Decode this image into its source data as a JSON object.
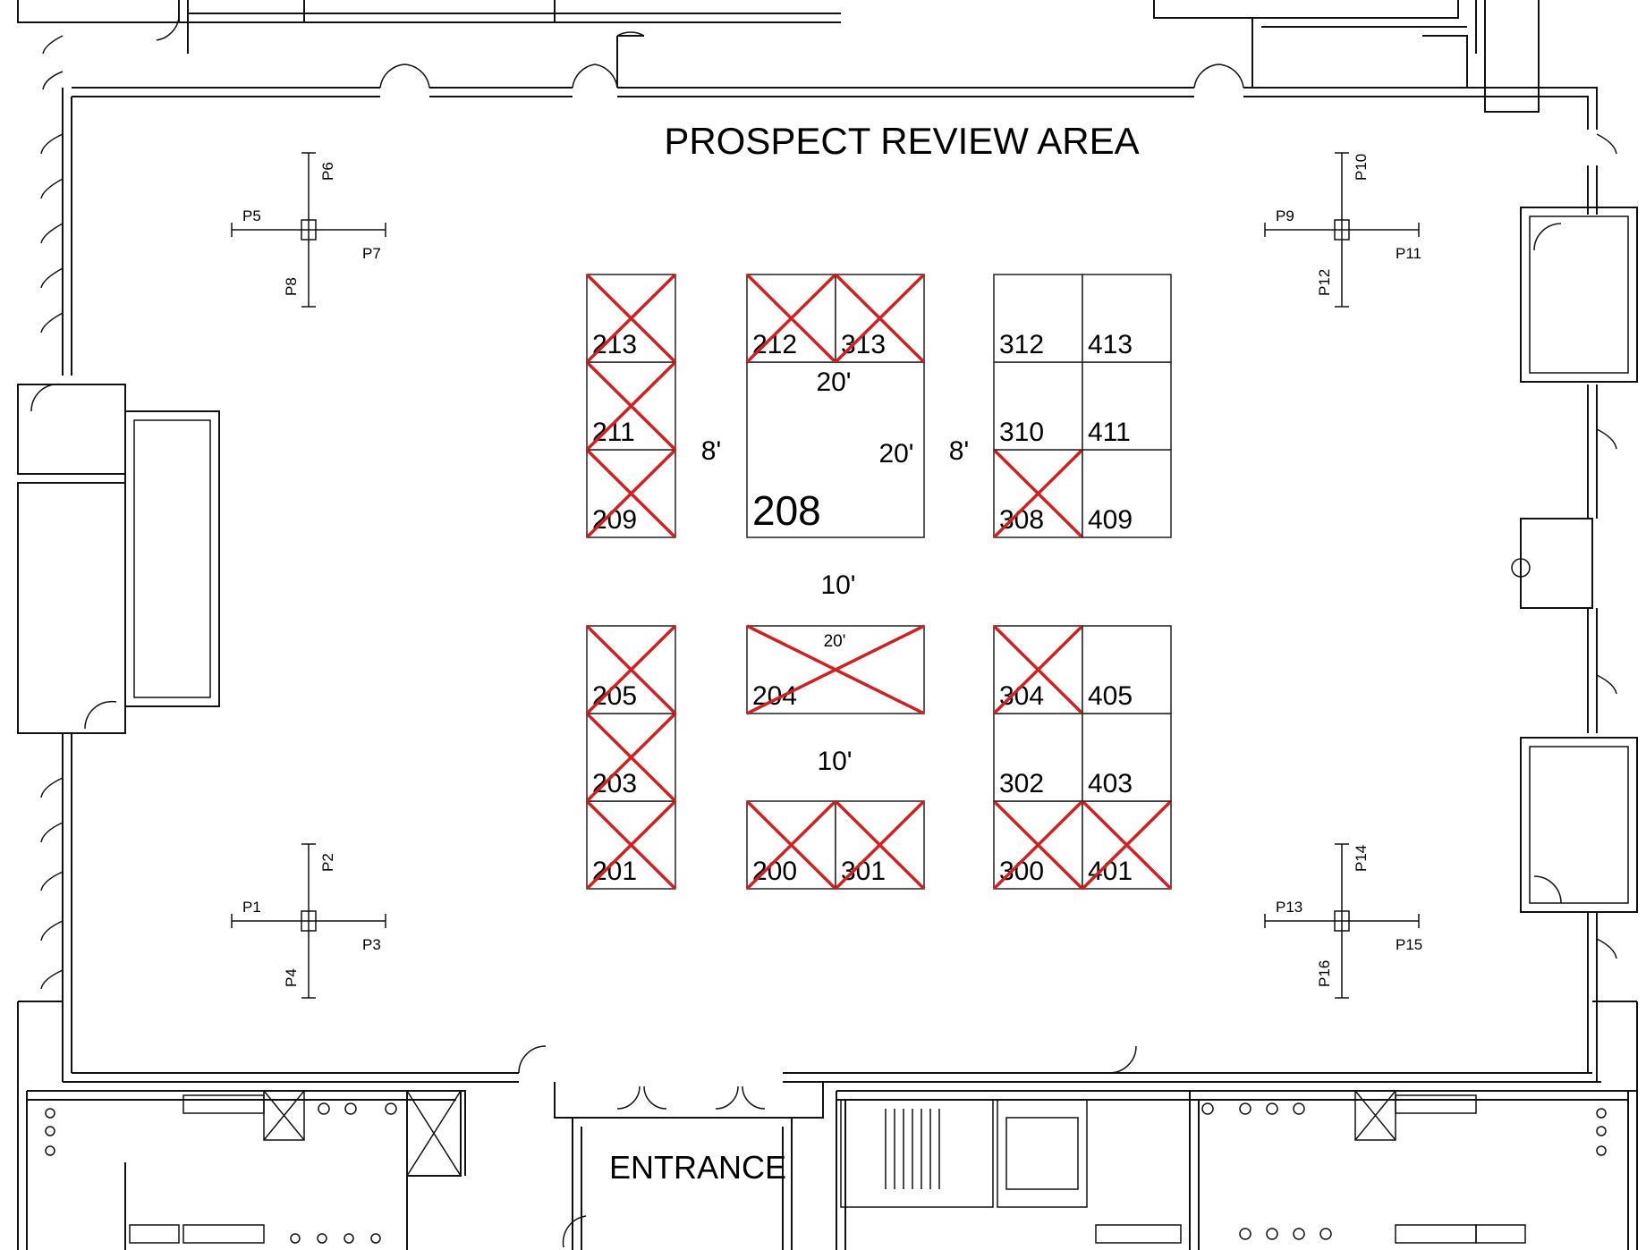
{
  "title": "PROSPECT REVIEW AREA",
  "entrance_label": "ENTRANCE",
  "colors": {
    "cross": "#d21f1f",
    "wall": "#111111"
  },
  "booths": [
    {
      "id": "213",
      "crossed": true
    },
    {
      "id": "211",
      "crossed": true
    },
    {
      "id": "209",
      "crossed": true
    },
    {
      "id": "212",
      "crossed": true
    },
    {
      "id": "313",
      "crossed": true
    },
    {
      "id": "208",
      "crossed": false
    },
    {
      "id": "312",
      "crossed": false
    },
    {
      "id": "413",
      "crossed": false
    },
    {
      "id": "310",
      "crossed": false
    },
    {
      "id": "411",
      "crossed": false
    },
    {
      "id": "308",
      "crossed": true
    },
    {
      "id": "409",
      "crossed": false
    },
    {
      "id": "205",
      "crossed": true
    },
    {
      "id": "203",
      "crossed": true
    },
    {
      "id": "201",
      "crossed": true
    },
    {
      "id": "204",
      "crossed": true
    },
    {
      "id": "200",
      "crossed": true
    },
    {
      "id": "301",
      "crossed": true
    },
    {
      "id": "304",
      "crossed": true
    },
    {
      "id": "405",
      "crossed": false
    },
    {
      "id": "302",
      "crossed": false
    },
    {
      "id": "403",
      "crossed": false
    },
    {
      "id": "300",
      "crossed": true
    },
    {
      "id": "401",
      "crossed": true
    }
  ],
  "dimensions": {
    "aisle_left": "8'",
    "aisle_right": "8'",
    "booth208_top": "20'",
    "booth208_side": "20'",
    "center_aisle": "10'",
    "lower_aisle": "10'",
    "booth204_width": "20'"
  },
  "posts": {
    "top_left": [
      "P5",
      "P6",
      "P7",
      "P8"
    ],
    "top_right": [
      "P9",
      "P10",
      "P11",
      "P12"
    ],
    "bottom_left": [
      "P1",
      "P2",
      "P3",
      "P4"
    ],
    "bottom_right": [
      "P13",
      "P14",
      "P15",
      "P16"
    ]
  }
}
